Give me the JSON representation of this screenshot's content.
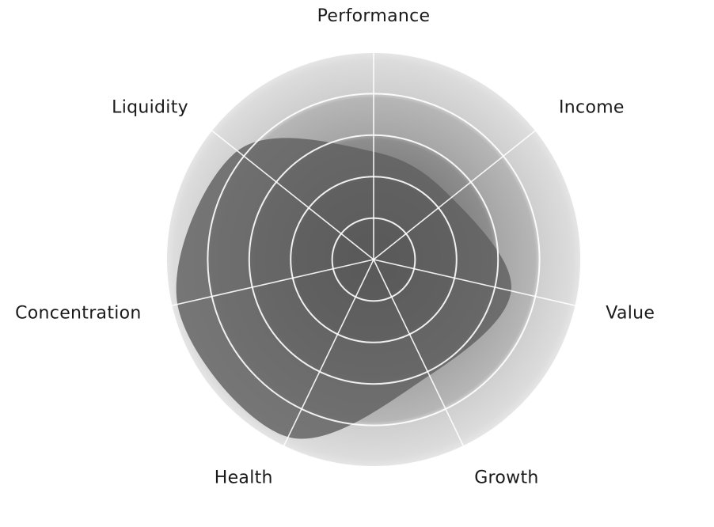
{
  "chart_data": {
    "type": "radar",
    "axes": [
      "Performance",
      "Income",
      "Value",
      "Growth",
      "Health",
      "Concentration",
      "Liquidity"
    ],
    "series": [
      {
        "values": [
          0.52,
          0.48,
          0.68,
          0.62,
          0.95,
          0.97,
          0.84
        ]
      }
    ],
    "rlim": [
      0,
      1
    ],
    "rings": 5,
    "grid": true,
    "colors": {
      "series_fill": "#5f5f5f",
      "grid": "#ffffff",
      "label": "#1a1a1a"
    }
  }
}
